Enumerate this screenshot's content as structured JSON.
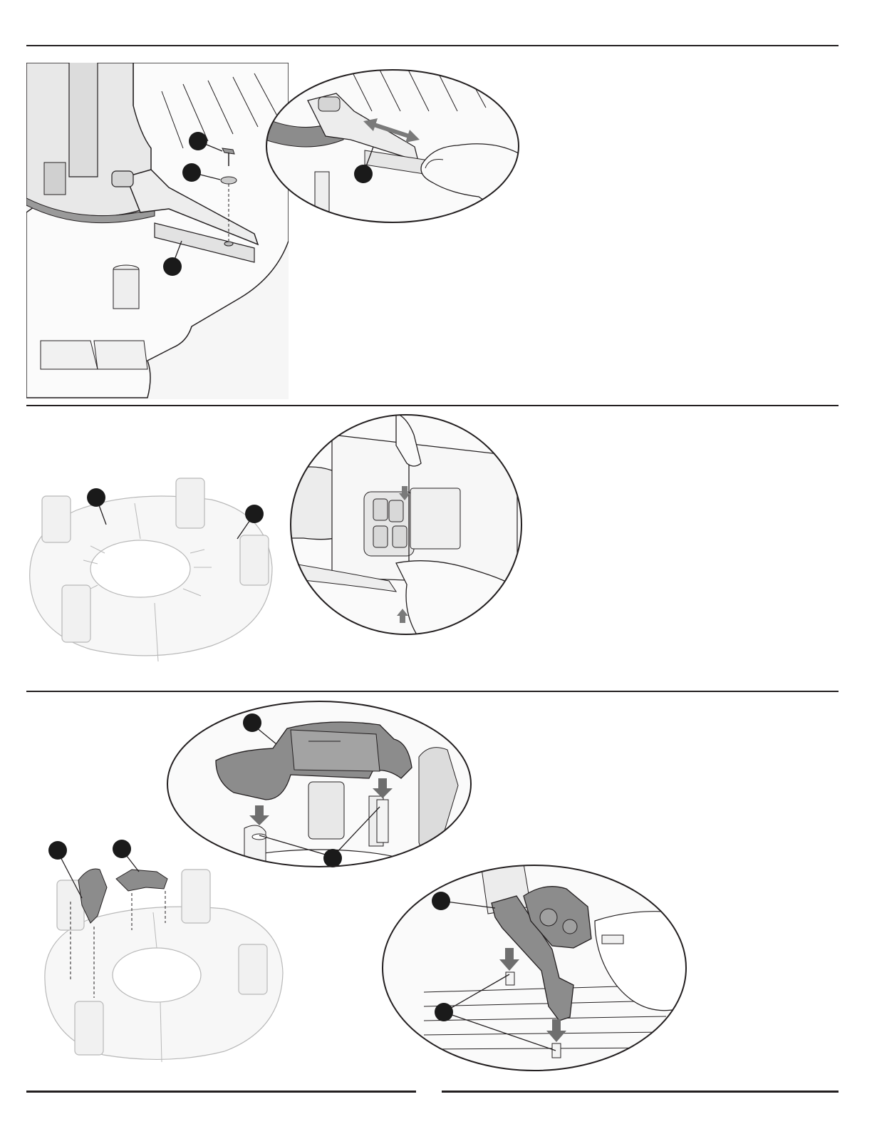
{
  "page": {
    "sections": [
      {
        "id": "step-a",
        "figures": [
          "attach-lever-with-screw-and-washer",
          "lever-slide-detail"
        ],
        "callouts": 4
      },
      {
        "id": "step-b",
        "figures": [
          "base-ring-two-halves",
          "join-halves-detail"
        ],
        "callouts": 2
      },
      {
        "id": "step-c",
        "figures": [
          "base-with-two-brackets",
          "center-bracket-detail",
          "side-bracket-detail"
        ],
        "callouts": 6
      }
    ]
  },
  "colors": {
    "line": "#231f20",
    "callout": "#1a1a1a",
    "part_highlight": "#8c8c8c",
    "part_highlight_dark": "#6e6e6e",
    "ghost_line": "#b8b8b8",
    "ghost_fill": "#f7f7f7",
    "arrow": "#7a7a7a"
  }
}
